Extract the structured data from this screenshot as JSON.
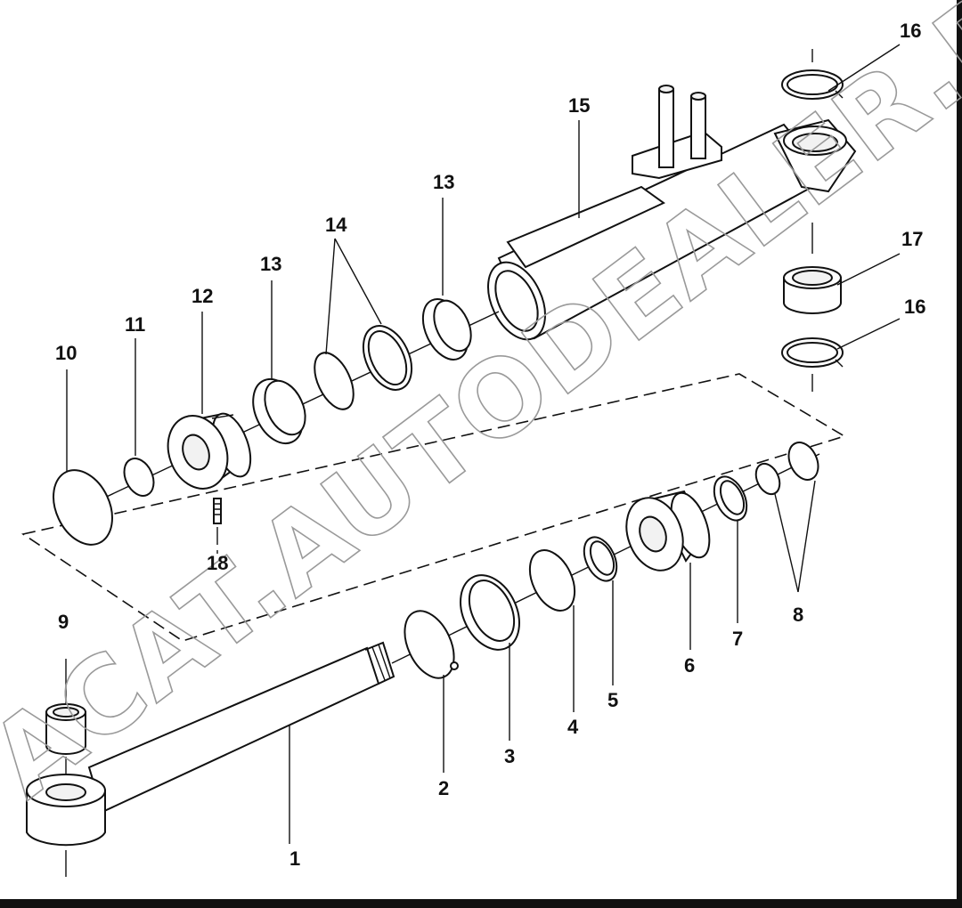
{
  "diagram": {
    "watermark": "ACAT.AUTODEALER.RU",
    "callouts": [
      "1",
      "2",
      "3",
      "4",
      "5",
      "6",
      "7",
      "8",
      "9",
      "10",
      "11",
      "12",
      "13",
      "13",
      "14",
      "15",
      "16",
      "16",
      "17",
      "18"
    ]
  }
}
